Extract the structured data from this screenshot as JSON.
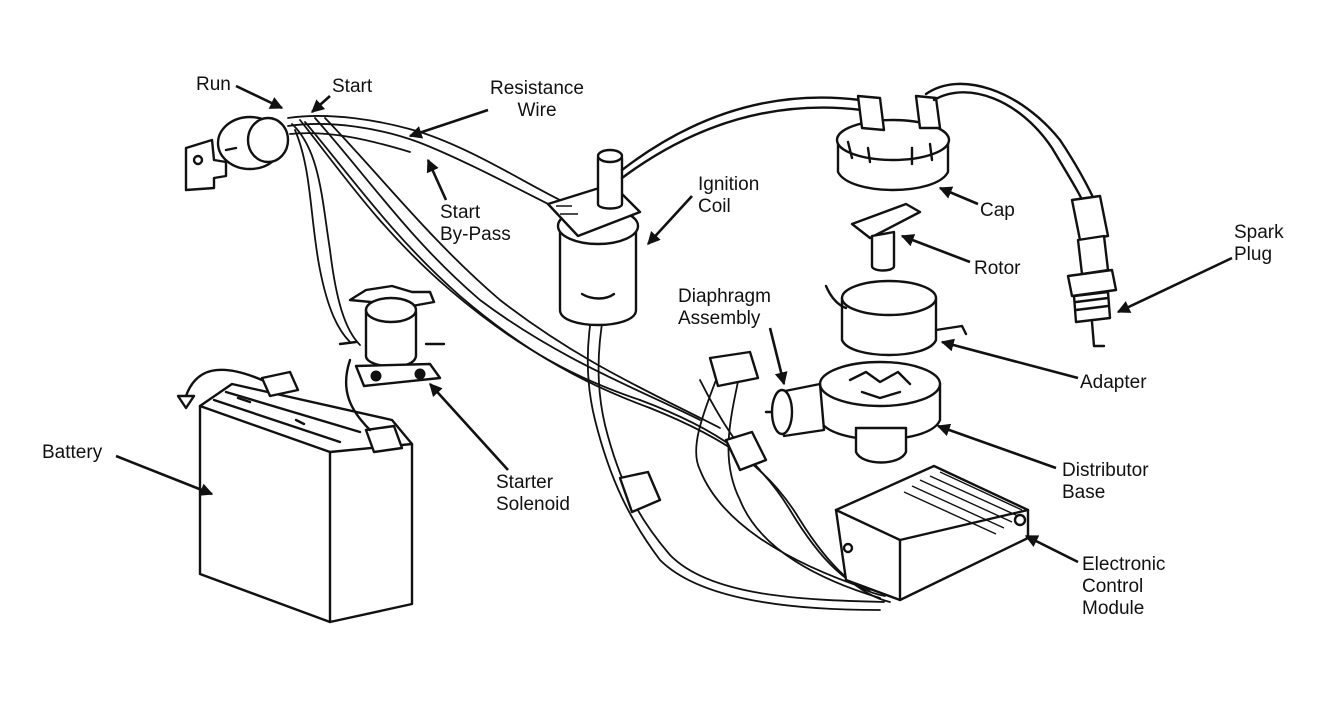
{
  "labels": {
    "run": "Run",
    "start": "Start",
    "resistance_wire": [
      "Resistance",
      "Wire"
    ],
    "start_bypass": [
      "Start",
      "By-Pass"
    ],
    "ignition_coil": [
      "Ignition",
      "Coil"
    ],
    "cap": "Cap",
    "rotor": "Rotor",
    "spark_plug": [
      "Spark",
      "Plug"
    ],
    "diaphragm_assembly": [
      "Diaphragm",
      "Assembly"
    ],
    "adapter": "Adapter",
    "battery": "Battery",
    "starter_solenoid": [
      "Starter",
      "Solenoid"
    ],
    "distributor_base": [
      "Distributor",
      "Base"
    ],
    "electronic_control_module": [
      "Electronic",
      "Control",
      "Module"
    ]
  }
}
